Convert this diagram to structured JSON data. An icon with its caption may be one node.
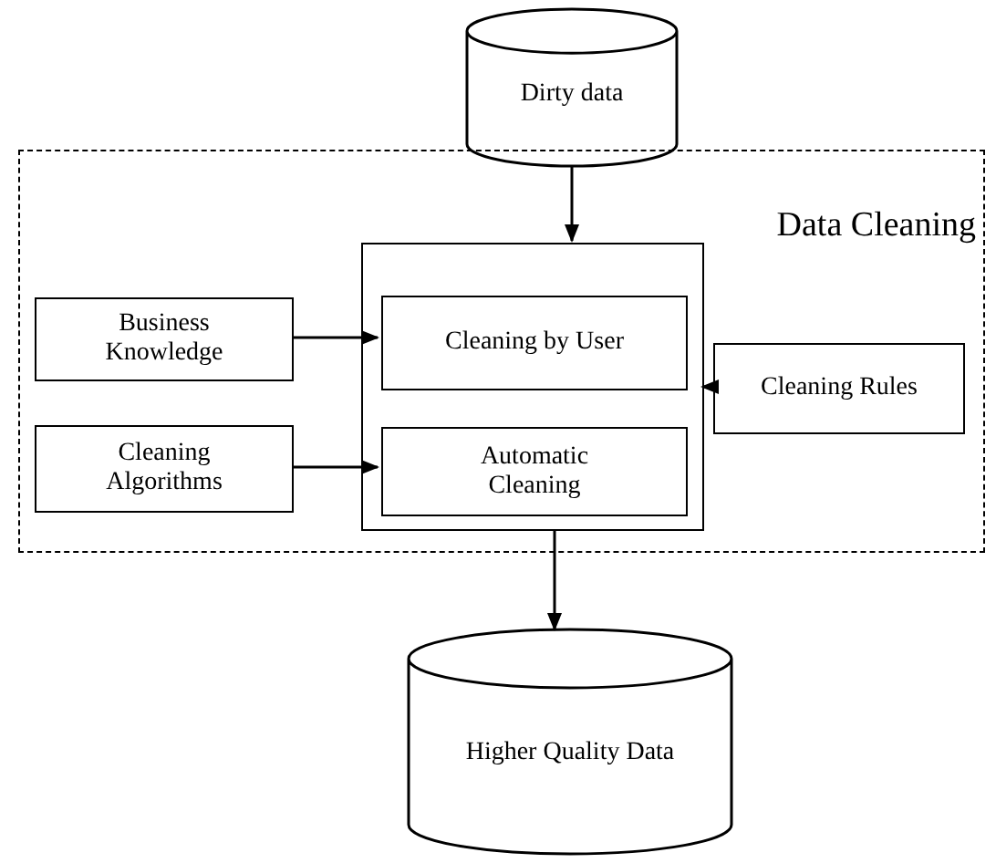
{
  "diagram": {
    "nodes": [
      {
        "text": [
          "Dirty data"
        ]
      },
      {
        "text": [
          "Data Cleaning"
        ]
      },
      {
        "text": [
          "Business Knowledge"
        ],
        "in": 1
      },
      {
        "text": [],
        "shape": "box",
        "in": 1
      },
      {
        "text": [
          "Cleaning by User"
        ],
        "in": 3
      },
      {
        "text": [
          "Cleaning Rules"
        ],
        "in": 1
      },
      {
        "text": [
          "Cleaning Algorithms"
        ],
        "in": 1
      },
      {
        "text": [
          "Automatic Cleaning"
        ],
        "in": 3
      },
      {
        "text": [
          "Higher Quality Data"
        ]
      }
    ],
    "edges": [
      {
        "from": 0,
        "to": 3,
        "arrow": "to"
      },
      {
        "from": 2,
        "to": 4,
        "arrow": "to"
      },
      {
        "from": 6,
        "to": 7,
        "arrow": "to"
      },
      {
        "from": 5,
        "to": 3,
        "arrow": "to"
      },
      {
        "from": 3,
        "to": 8,
        "arrow": "to"
      }
    ]
  }
}
